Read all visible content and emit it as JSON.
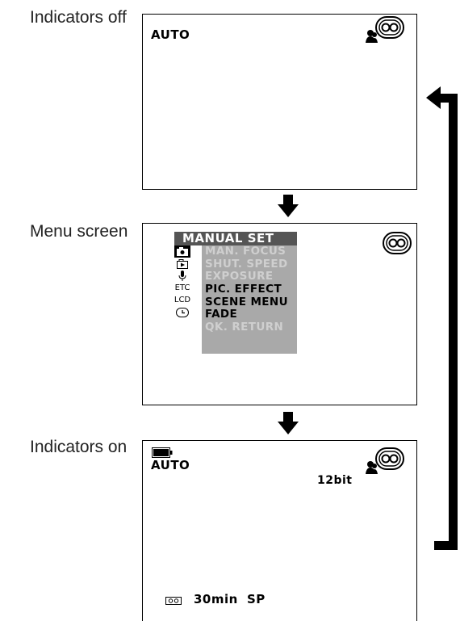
{
  "captions": {
    "off": "Indicators off",
    "menu": "Menu screen",
    "on": "Indicators on"
  },
  "screen_off": {
    "mode": "AUTO",
    "icons": [
      "person-icon",
      "tape-cassette-icon"
    ]
  },
  "screen_menu": {
    "title": "MANUAL SET",
    "tabs": [
      {
        "icon": "camera-icon",
        "label": ""
      },
      {
        "icon": "playback-icon",
        "label": ""
      },
      {
        "icon": "microphone-icon",
        "label": ""
      },
      {
        "icon": "",
        "label": "ETC"
      },
      {
        "icon": "",
        "label": "LCD"
      },
      {
        "icon": "clock-icon",
        "label": ""
      }
    ],
    "items": [
      {
        "label": "MAN. FOCUS",
        "enabled": false
      },
      {
        "label": "SHUT. SPEED",
        "enabled": false
      },
      {
        "label": "EXPOSURE",
        "enabled": false
      },
      {
        "label": "PIC. EFFECT",
        "enabled": true
      },
      {
        "label": "SCENE MENU",
        "enabled": true
      },
      {
        "label": "FADE",
        "enabled": true
      },
      {
        "label": "QK. RETURN",
        "enabled": false
      }
    ],
    "icons": [
      "tape-cassette-icon"
    ]
  },
  "screen_on": {
    "mode": "AUTO",
    "audio": "12bit",
    "tape_time": "30min",
    "tape_speed": "SP",
    "icons": [
      "battery-icon",
      "person-icon",
      "tape-cassette-icon",
      "tape-small-icon"
    ]
  },
  "colors": {
    "menu_title_bg": "#555555",
    "menu_items_bg": "#a9a9a9",
    "menu_disabled_text": "#cfcfcf"
  }
}
